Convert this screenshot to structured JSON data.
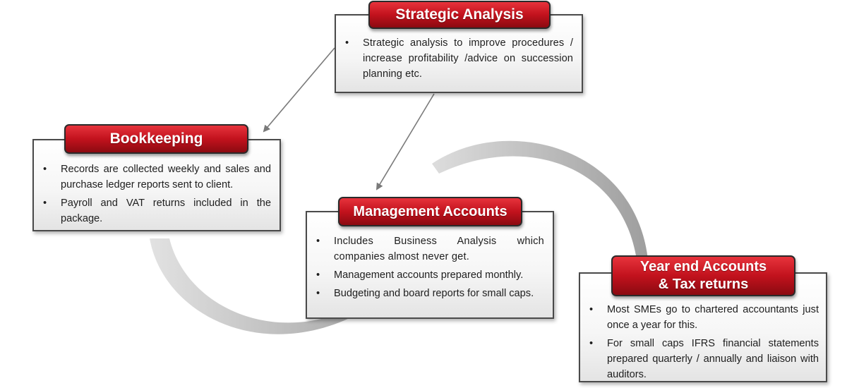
{
  "strategic": {
    "title": "Strategic Analysis",
    "bullets": [
      "Strategic analysis to improve procedures / increase profitability /advice on succession planning etc."
    ]
  },
  "bookkeeping": {
    "title": "Bookkeeping",
    "bullets": [
      "Records are collected weekly and sales and purchase ledger reports sent to client.",
      "Payroll and VAT returns included in the package."
    ]
  },
  "management": {
    "title": "Management Accounts",
    "bullets": [
      "Includes Business Analysis which companies almost never get.",
      "Management accounts prepared monthly.",
      "Budgeting and board reports for small caps."
    ]
  },
  "yearend": {
    "title_line1": "Year end Accounts",
    "title_line2": "& Tax returns",
    "bullets": [
      "Most SMEs go to chartered accountants just once a year for this.",
      "For small caps IFRS financial statements prepared quarterly / annually and liaison with auditors."
    ]
  },
  "colors": {
    "tab_red": "#c2121d",
    "tab_dark_red": "#8b0a11",
    "border": "#4a4a4a",
    "swoosh": "#b5b5b5",
    "arrow": "#7a7a7a"
  }
}
